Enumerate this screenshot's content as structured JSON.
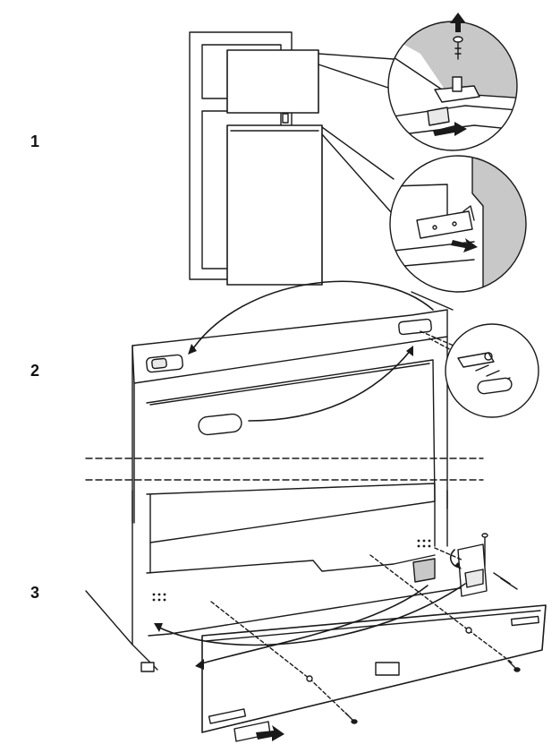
{
  "steps": [
    {
      "label": "1"
    },
    {
      "label": "2"
    },
    {
      "label": "3"
    }
  ],
  "colors": {
    "line": "#1a1a1a",
    "fill_gray": "#c8c8c8",
    "fill_light": "#e9e9e9",
    "background": "#ffffff"
  },
  "icons": [
    "arrow-up-icon",
    "arrow-right-icon",
    "hinge-icon",
    "screw-icon",
    "handle-icon"
  ]
}
